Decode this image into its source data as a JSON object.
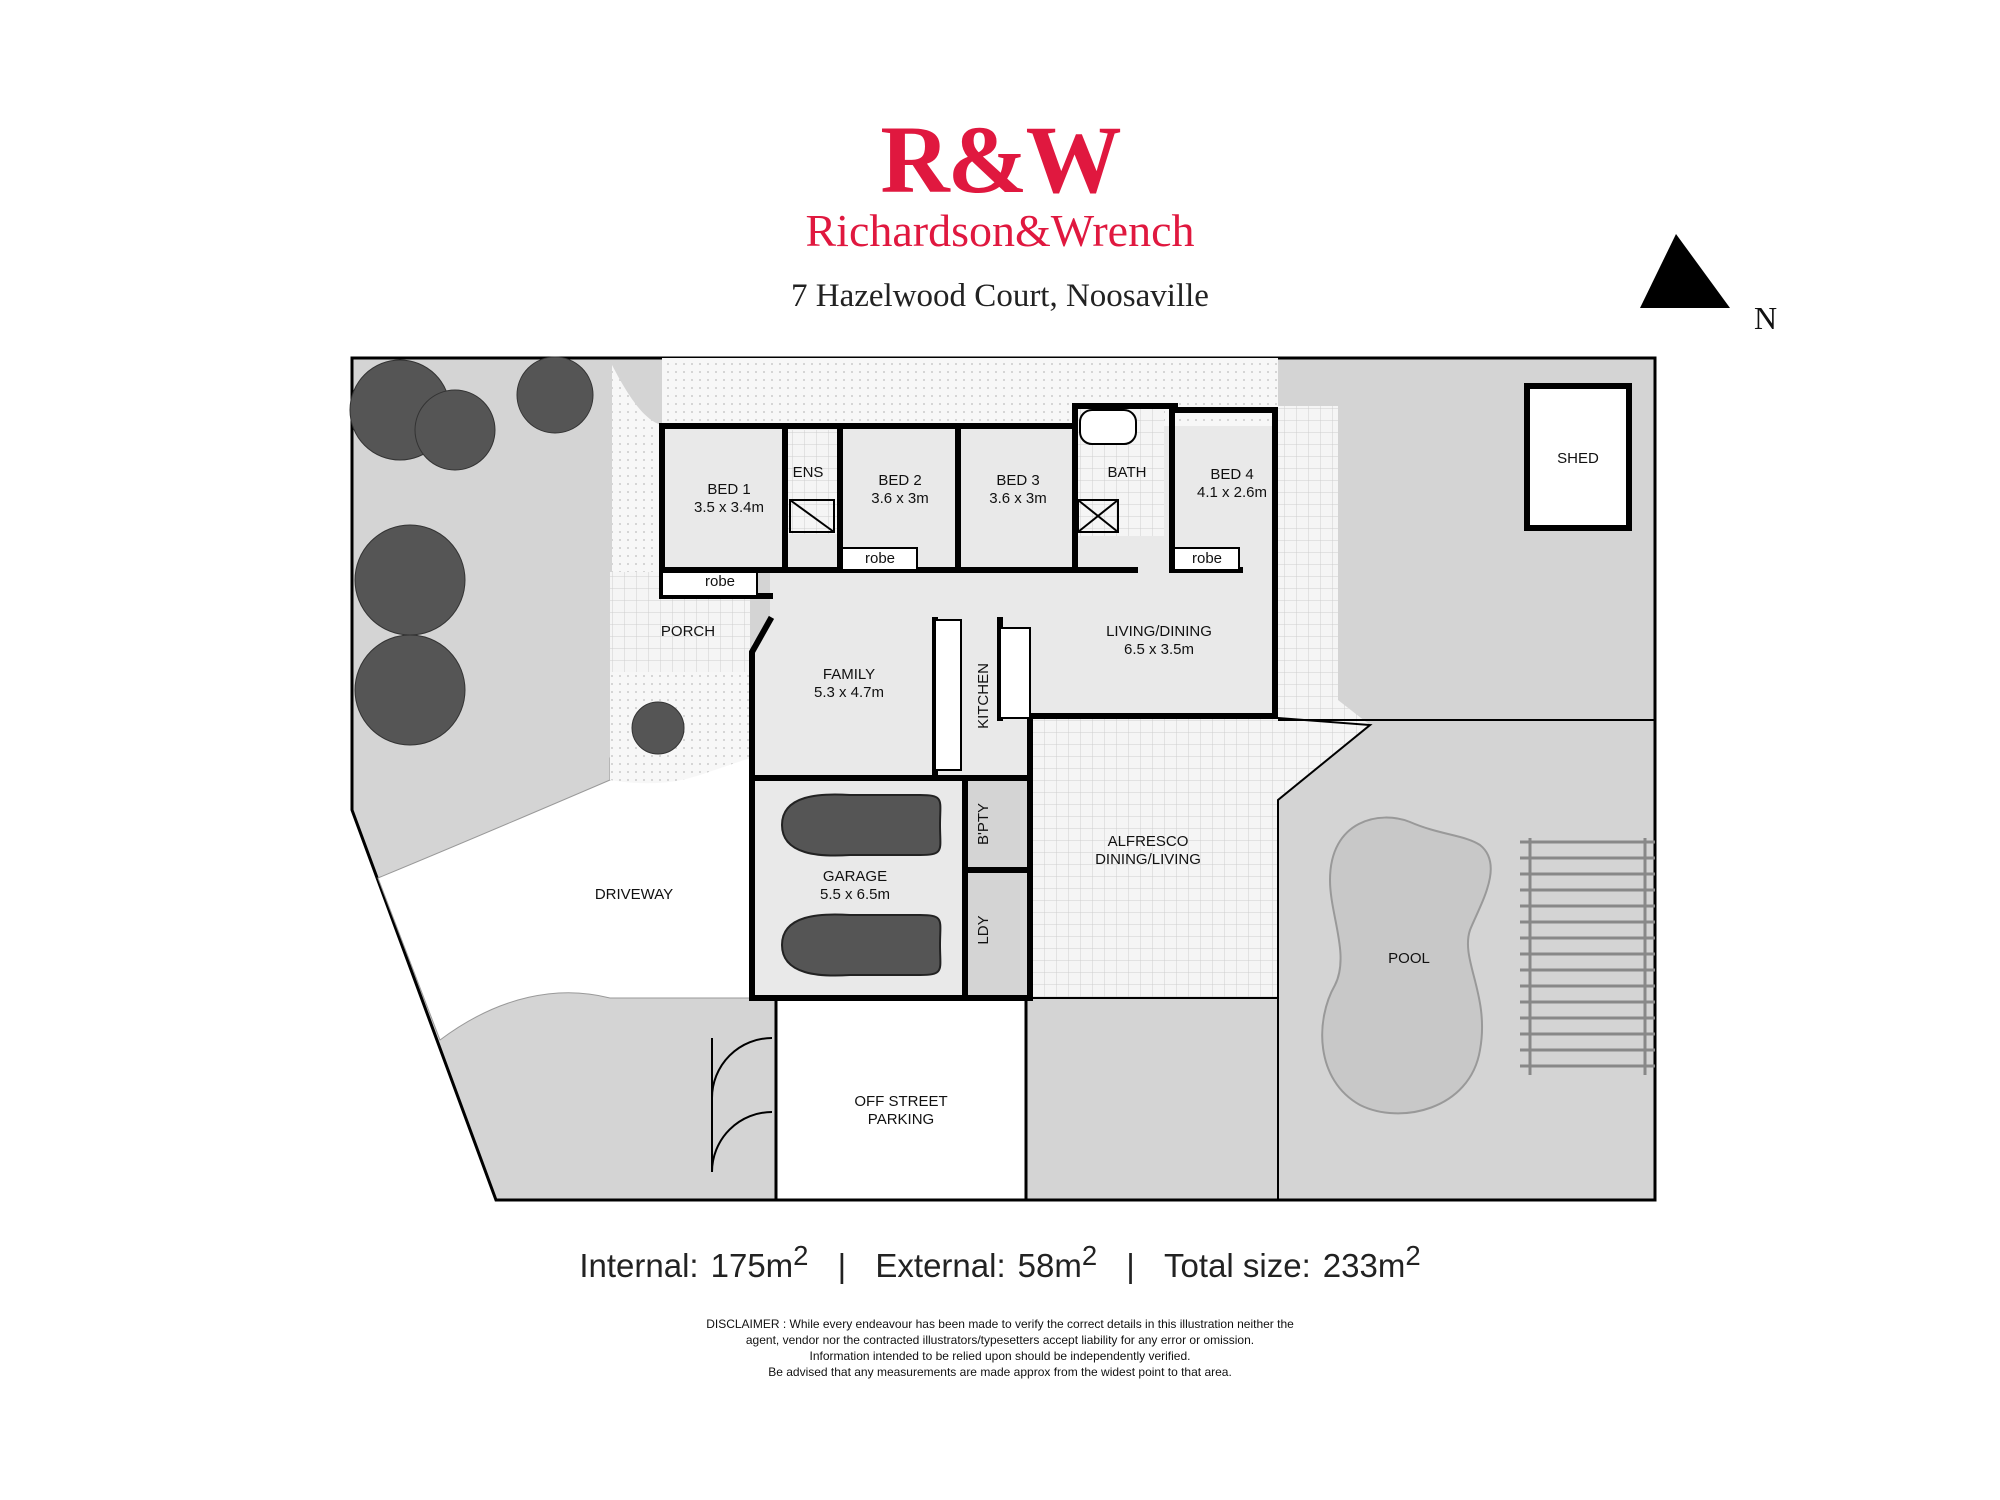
{
  "brand": {
    "logo_mark": "R&W",
    "logo_text": "Richardson&Wrench",
    "color": "#e0183f"
  },
  "address": "7 Hazelwood Court, Noosaville",
  "north_label": "N",
  "rooms": {
    "bed1": {
      "name": "BED 1",
      "size": "3.5 x 3.4m"
    },
    "ens": {
      "name": "ENS"
    },
    "bed2": {
      "name": "BED 2",
      "size": "3.6 x 3m"
    },
    "bed3": {
      "name": "BED 3",
      "size": "3.6 x 3m"
    },
    "bath": {
      "name": "BATH"
    },
    "bed4": {
      "name": "BED 4",
      "size": "4.1 x 2.6m"
    },
    "robe1": {
      "name": "robe"
    },
    "robe2": {
      "name": "robe"
    },
    "robe4": {
      "name": "robe"
    },
    "porch": {
      "name": "PORCH"
    },
    "family": {
      "name": "FAMILY",
      "size": "5.3 x 4.7m"
    },
    "kitchen": {
      "name": "KITCHEN"
    },
    "living": {
      "name": "LIVING/DINING",
      "size": "6.5 x 3.5m"
    },
    "bpty": {
      "name": "B'PTY"
    },
    "garage": {
      "name": "GARAGE",
      "size": "5.5 x 6.5m"
    },
    "ldy": {
      "name": "LDY"
    },
    "alfresco": {
      "name": "ALFRESCO",
      "name2": "DINING/LIVING"
    },
    "driveway": {
      "name": "DRIVEWAY"
    },
    "parking": {
      "name": "OFF STREET",
      "name2": "PARKING"
    },
    "pool": {
      "name": "POOL"
    },
    "shed": {
      "name": "SHED"
    }
  },
  "sizes": {
    "internal_label": "Internal:",
    "internal_value": "175m",
    "external_label": "External:",
    "external_value": "58m",
    "total_label": "Total size:",
    "total_value": "233m",
    "unit_sup": "2",
    "separator": "|"
  },
  "disclaimer": [
    "DISCLAIMER : While every endeavour has been made to verify the correct details in this illustration neither the",
    "agent, vendor nor the contracted illustrators/typesetters accept liability for any error or omission.",
    "Information intended to be relied upon should be independently verified.",
    "Be advised that any measurements are made approx from the widest point to that area."
  ],
  "colors": {
    "yard": "#d4d4d4",
    "interior": "#e9e9e9",
    "paving": "#f3f3f3",
    "pool": "#c8c8c8",
    "walls": "#000000"
  }
}
